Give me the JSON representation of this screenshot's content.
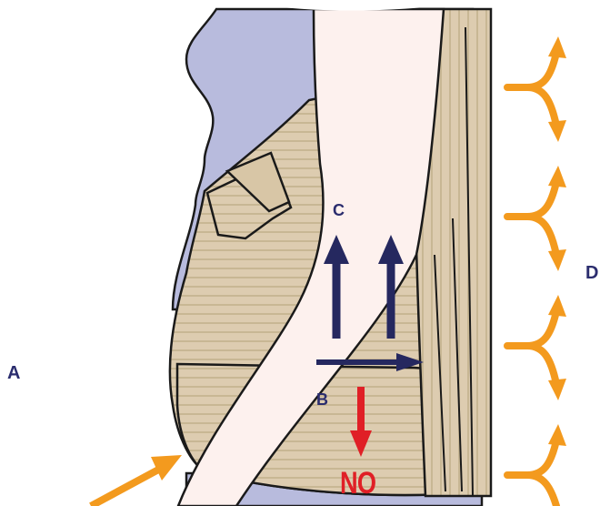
{
  "labels": {
    "a": "A",
    "b": "B",
    "c": "C",
    "d": "D",
    "no": "NO"
  },
  "colors": {
    "label_blue": "#2b2d6e",
    "arrow_navy": "#25285f",
    "arrow_red": "#e01f26",
    "arrow_orange": "#f39a1e",
    "shirt": "#b8bbdd",
    "brace": "#ddccb0",
    "brace_stripe": "#c9b896",
    "skin": "#fdf1ee",
    "outline": "#1a1a1a"
  }
}
